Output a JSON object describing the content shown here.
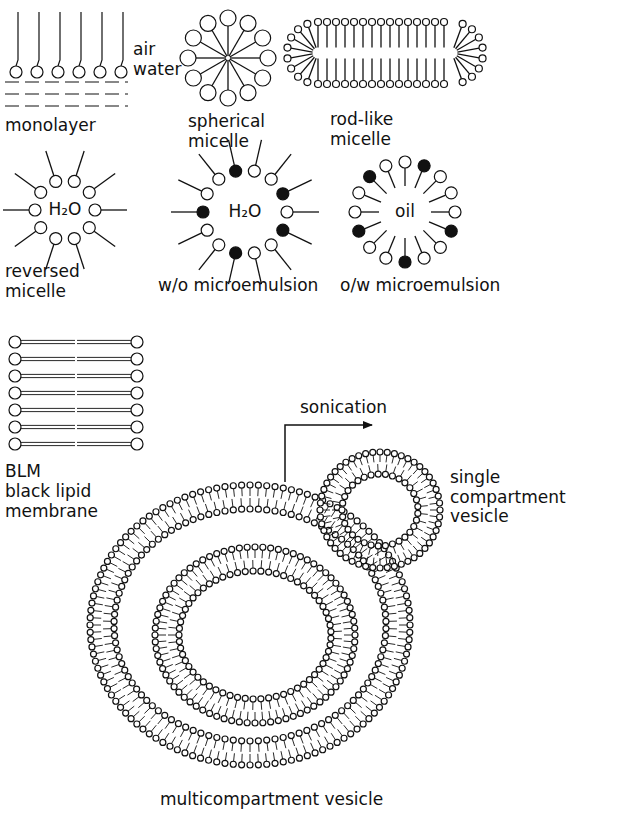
{
  "diagram": {
    "labels": [
      "air",
      "water",
      "monolayer",
      "spherical micelle",
      "rod-like micelle",
      "reversed micelle",
      "H₂O",
      "w/o microemulsion",
      "H₂O",
      "o/w microemulsion",
      "oil",
      "BLM",
      "black lipid membrane",
      "sonication",
      "single compartment vesicle",
      "multicompartment vesicle"
    ]
  }
}
